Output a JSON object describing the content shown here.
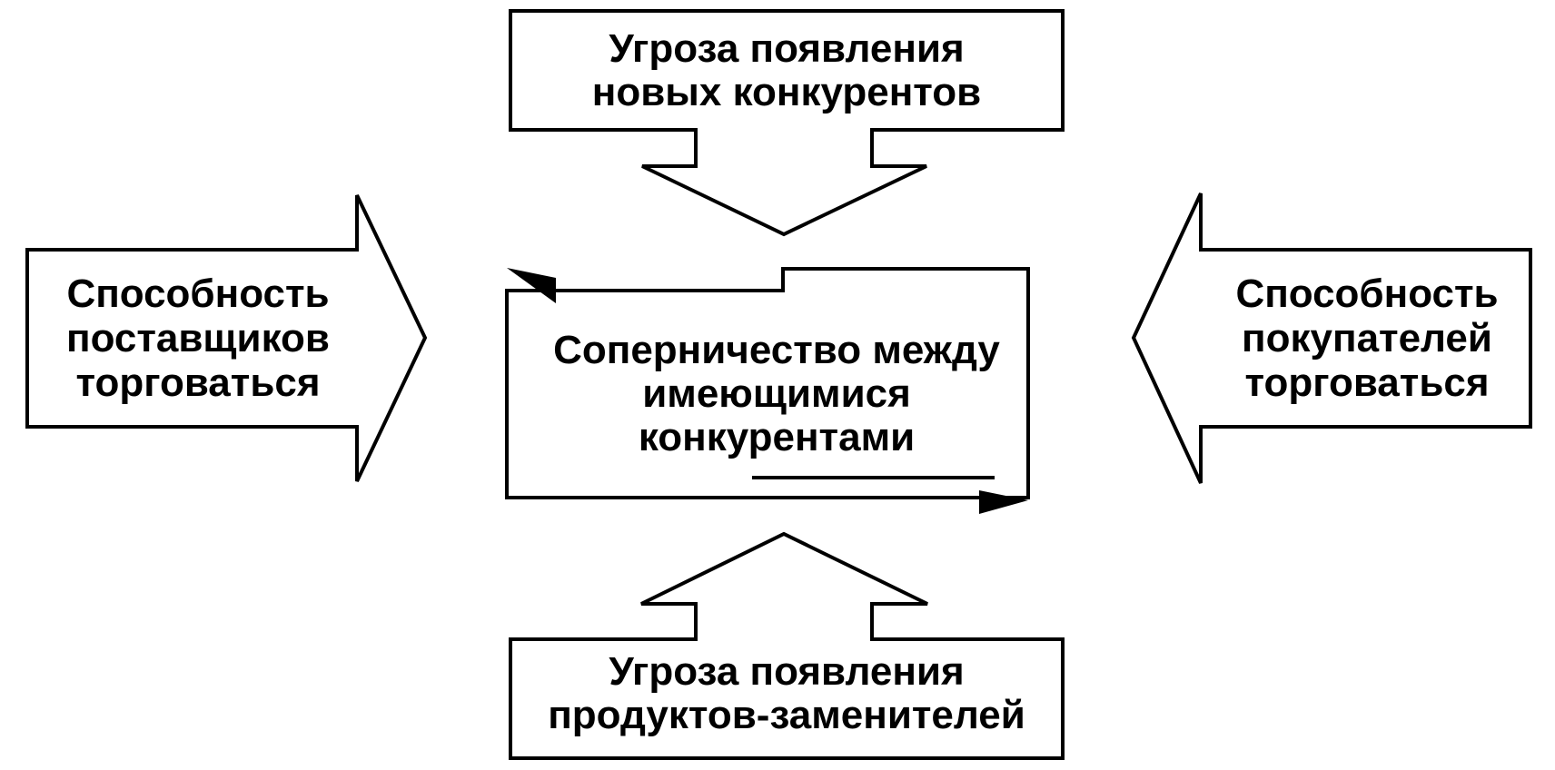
{
  "diagram": {
    "top": {
      "line1": "Угроза появления",
      "line2": "новых конкурентов"
    },
    "left": {
      "line1": "Способность",
      "line2": "поставщиков",
      "line3": "торговаться"
    },
    "center": {
      "line1": "Соперничество между",
      "line2": "имеющимися",
      "line3": "конкурентами"
    },
    "right": {
      "line1": "Способность",
      "line2": "покупателей",
      "line3": "торговаться"
    },
    "bottom": {
      "line1": "Угроза появления",
      "line2": "продуктов-заменителей"
    },
    "colors": {
      "stroke": "#000000",
      "background": "#ffffff"
    }
  }
}
